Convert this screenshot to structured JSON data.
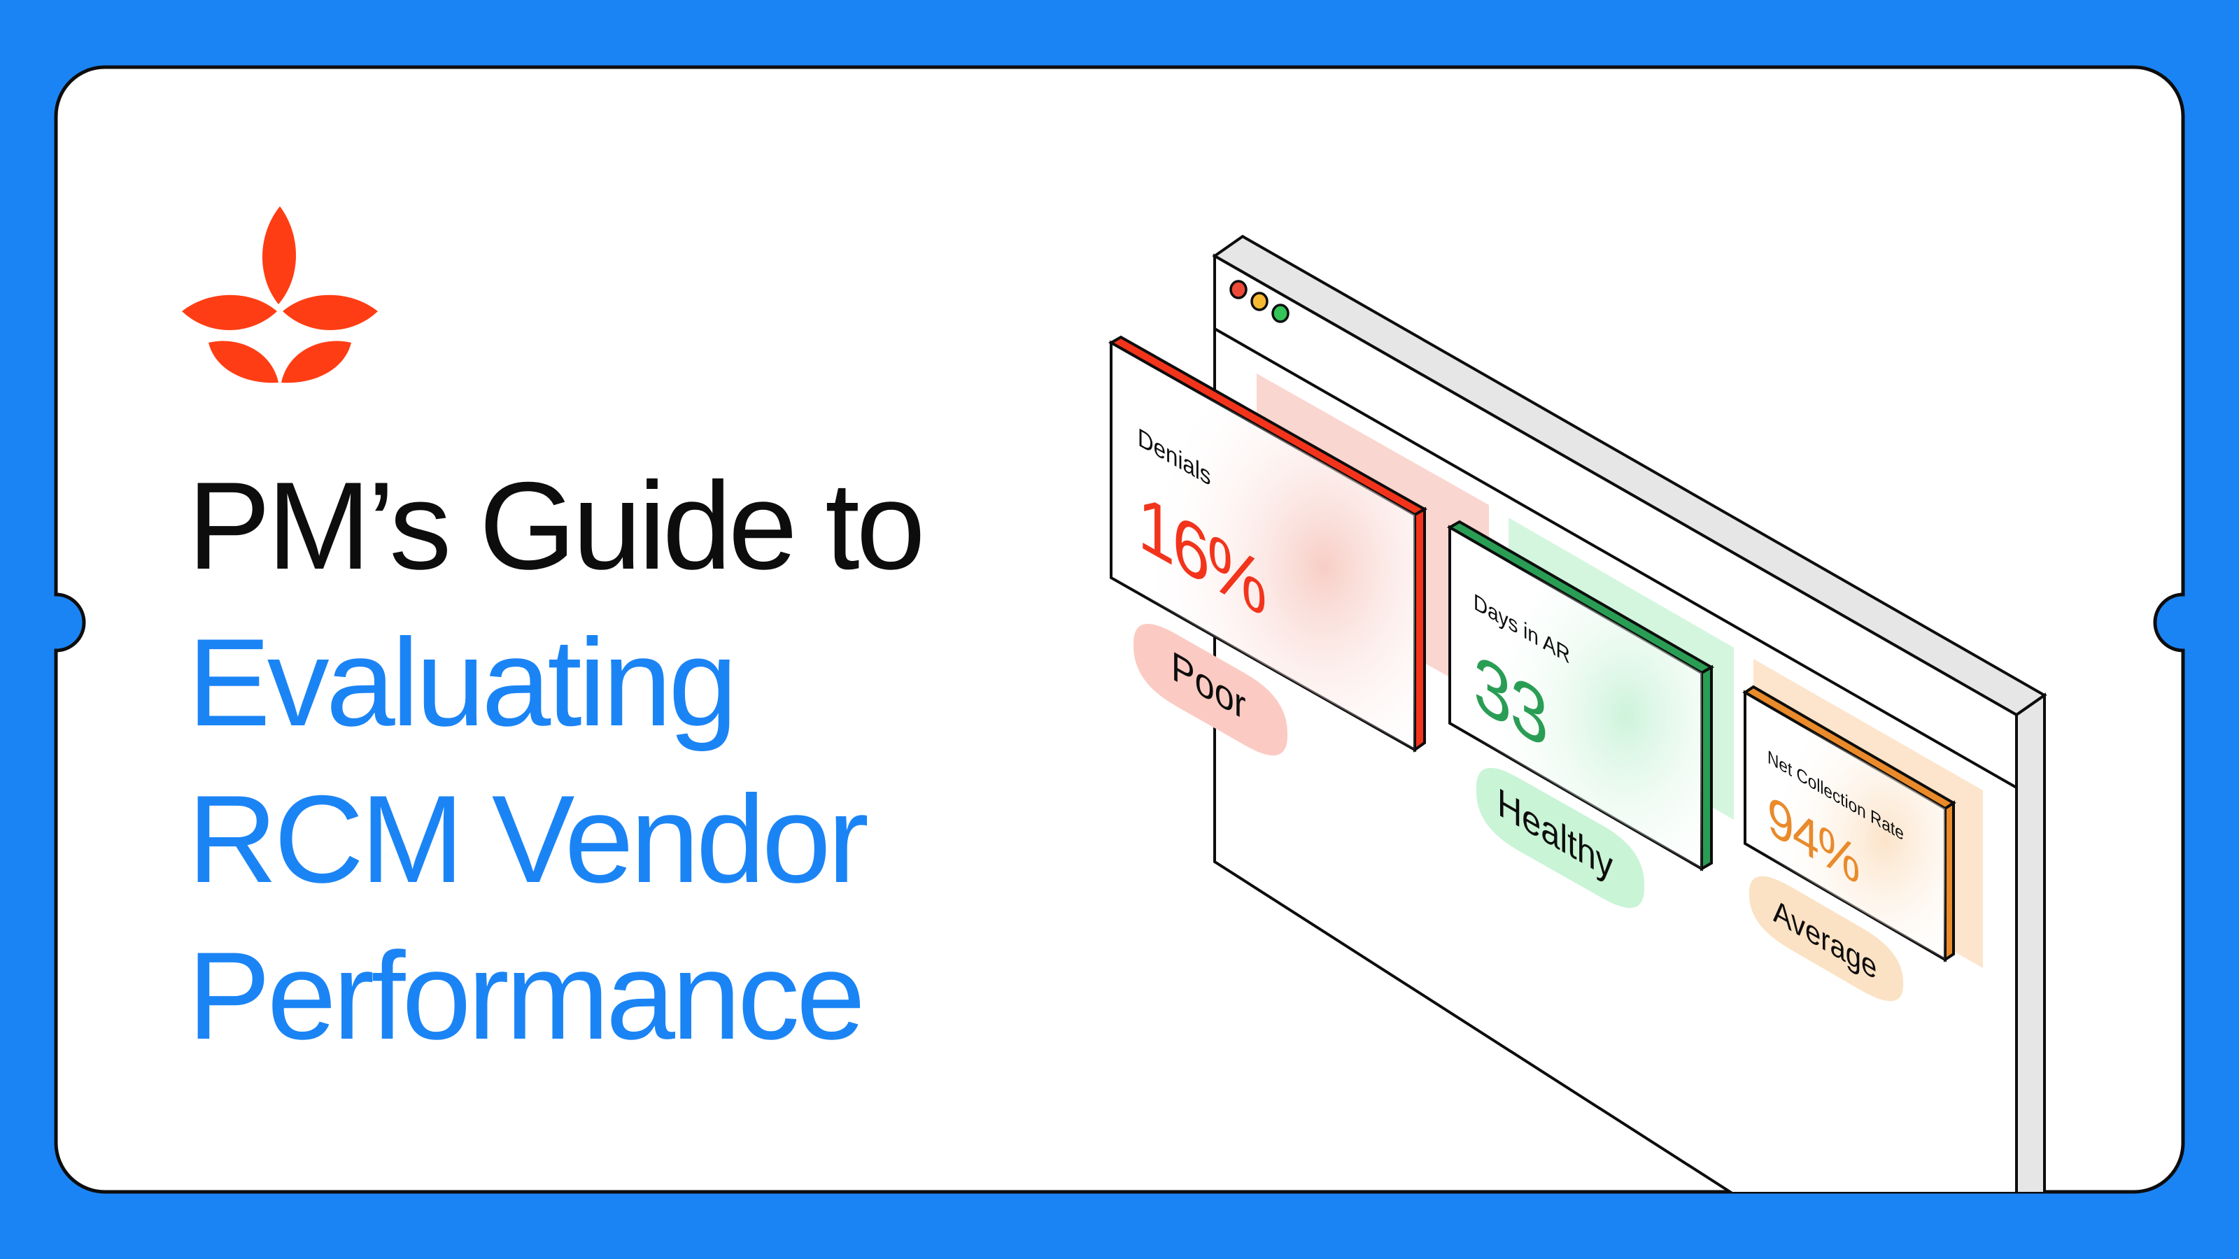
{
  "headline": {
    "line1": "PM’s Guide to",
    "line2": "Evaluating",
    "line3": "RCM Vendor",
    "line4": "Performance"
  },
  "colors": {
    "background": "#1B84F5",
    "card": "#FFFFFF",
    "title_dark": "#0D0D0D",
    "title_blue": "#1B84F5",
    "logo": "#FF3D14",
    "poor": "#F2341C",
    "healthy": "#2A9D55",
    "average": "#E98A2B"
  },
  "logo": {
    "icon": "three-petal-logo-icon"
  },
  "browser": {
    "buttons": [
      "close-dot",
      "minimize-dot",
      "maximize-dot"
    ],
    "button_colors": [
      "#EE4A3A",
      "#F5B932",
      "#34C559"
    ]
  },
  "metrics": [
    {
      "label": "Denials",
      "value": "16%",
      "status": "Poor"
    },
    {
      "label": "Days in AR",
      "value": "33",
      "status": "Healthy"
    },
    {
      "label": "Net Collection Rate",
      "value": "94%",
      "status": "Average"
    }
  ]
}
